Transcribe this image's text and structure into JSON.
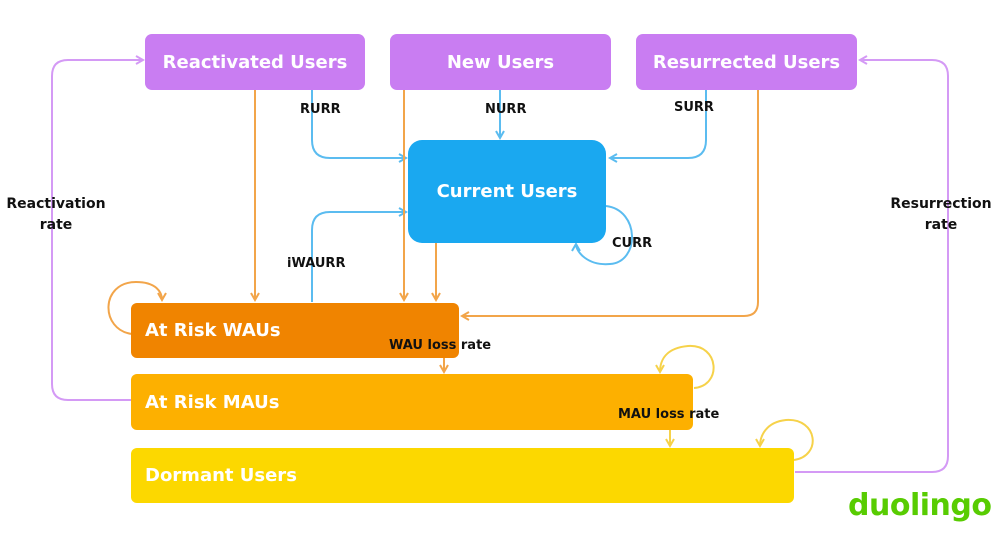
{
  "nodes": {
    "reactivated_users": "Reactivated Users",
    "new_users": "New Users",
    "resurrected_users": "Resurrected Users",
    "current_users": "Current Users",
    "at_risk_waus": "At Risk WAUs",
    "at_risk_maus": "At Risk MAUs",
    "dormant_users": "Dormant Users"
  },
  "edge_labels": {
    "rurr": "RURR",
    "nurr": "NURR",
    "surr": "SURR",
    "curr": "CURR",
    "iwaurr": "iWAURR",
    "wau_loss_rate": "WAU loss rate",
    "mau_loss_rate": "MAU loss rate",
    "reactivation_rate_line1": "Reactivation",
    "reactivation_rate_line2": "rate",
    "resurrection_rate_line1": "Resurrection",
    "resurrection_rate_line2": "rate"
  },
  "brand": "duolingo",
  "colors": {
    "purple_box": "#c97df2",
    "blue_box": "#1aa8f0",
    "wau_box": "#f08400",
    "mau_box": "#fdb000",
    "dormant_box": "#fcd800",
    "blue_arrow": "#5bbcf0",
    "orange_arrow": "#f2a54a",
    "purple_arrow": "#d49af5",
    "yellow_arrow": "#f6d24a",
    "brand_green": "#58cc02"
  }
}
